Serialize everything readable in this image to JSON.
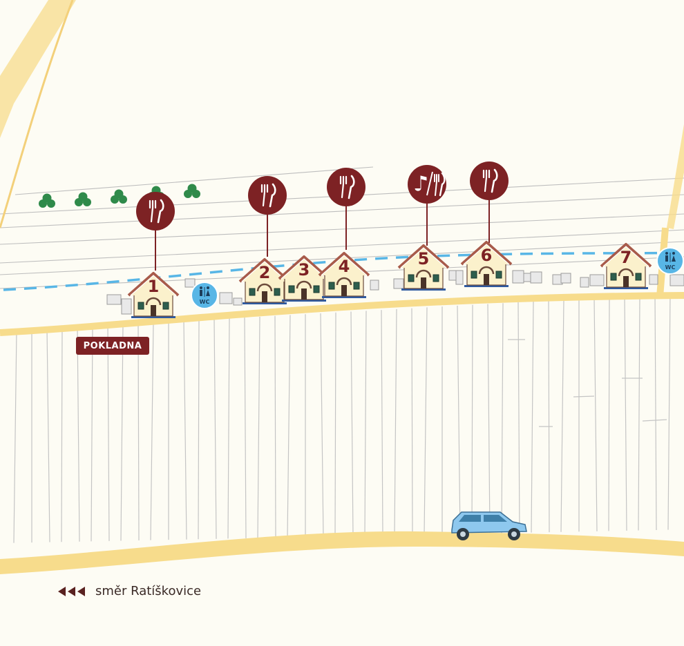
{
  "map": {
    "cashier_label": "POKLADNA",
    "direction_label": "směr Ratíškovice",
    "direction_icon": "triple-chevron-left-icon",
    "wc_label": "WC",
    "wc_icon": "toilet-icon",
    "car_icon": "car-icon",
    "tree_icon": "tree-icon",
    "cellars": [
      {
        "number": "1",
        "amenity": "food",
        "icon": "fork-knife-icon"
      },
      {
        "number": "2",
        "amenity": "food",
        "icon": "fork-knife-icon"
      },
      {
        "number": "3",
        "amenity": "none"
      },
      {
        "number": "4",
        "amenity": "food",
        "icon": "fork-knife-icon"
      },
      {
        "number": "5",
        "amenity": "music-and-food",
        "icon": "music-note-fork-knife-icon"
      },
      {
        "number": "6",
        "amenity": "food",
        "icon": "fork-knife-icon"
      },
      {
        "number": "7",
        "amenity": "none"
      }
    ],
    "colors": {
      "background": "#fdfcf4",
      "road": "#f7dc8c",
      "road_edge": "#f3d07a",
      "pin": "#7d2224",
      "parcel_line": "#c4c4c4",
      "path_dashed": "#58b6e6",
      "wc_badge": "#58b6e6",
      "tree": "#2f8a4a",
      "car": "#8ec8ee",
      "house_wall": "#fbf1cc",
      "house_roof": "#a85b4a",
      "house_door": "#4a3328",
      "text_dark": "#3a2a26"
    }
  }
}
